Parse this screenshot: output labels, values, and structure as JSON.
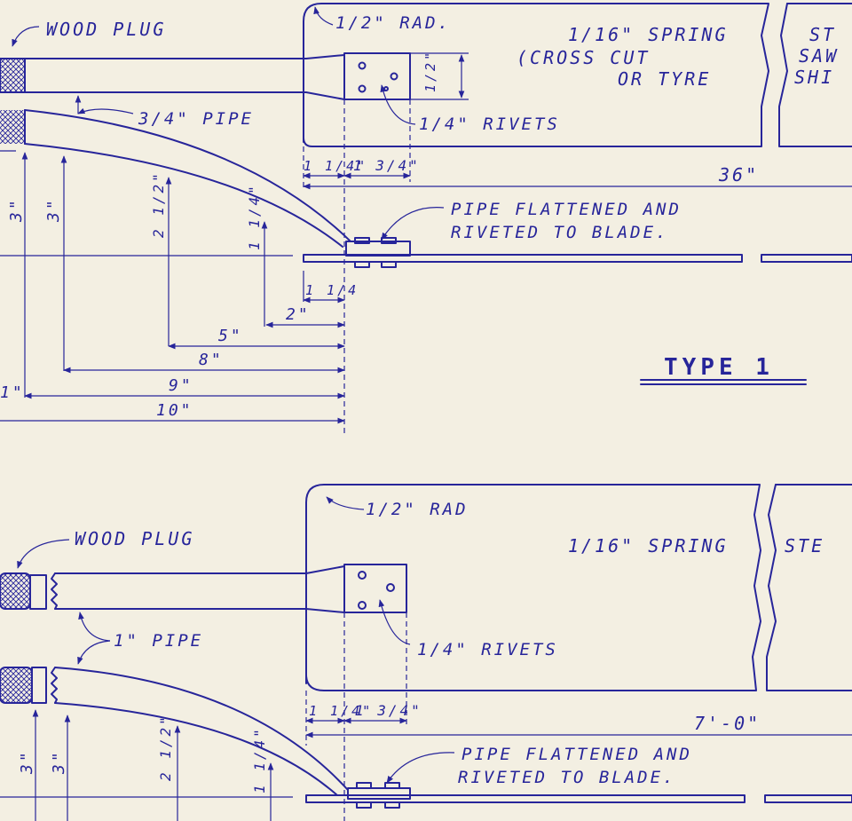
{
  "type1": {
    "title": "TYPE 1",
    "wood_plug": "WOOD PLUG",
    "pipe": "3/4\" PIPE",
    "radius": "1/2\" RAD.",
    "spring_line1": "1/16\" SPRING",
    "spring_line2": "(CROSS CUT",
    "spring_line3": "OR TYRE",
    "steel_line1": "ST",
    "steel_line2": "SAW",
    "steel_line3": "SHI",
    "rivets": "1/4\" RIVETS",
    "rivet_spacing": "1/2\"",
    "dim_1_1_4": "1 1/4\"",
    "dim_1_3_4": "1 3/4\"",
    "length": "36\"",
    "flatten_line1": "PIPE FLATTENED AND",
    "flatten_line2": "RIVETED TO BLADE.",
    "h_3a": "3\"",
    "h_3b": "3\"",
    "h_2_1_2": "2 1/2\"",
    "h_1_1_4": "1 1/4\"",
    "dim_bottom_1_1_4": "1 1/4",
    "d_2": "2\"",
    "d_5": "5\"",
    "d_8": "8\"",
    "d_9": "9\"",
    "d_10": "10\"",
    "d_1": "1\""
  },
  "type2": {
    "wood_plug": "WOOD PLUG",
    "pipe": "1\" PIPE",
    "radius": "1/2\" RAD",
    "spring_line1": "1/16\" SPRING",
    "steel_line1": "STE",
    "rivets": "1/4\" RIVETS",
    "dim_1_1_4": "1 1/4\"",
    "dim_1_3_4": "1 3/4\"",
    "length": "7'-0\"",
    "flatten_line1": "PIPE FLATTENED AND",
    "flatten_line2": "RIVETED TO BLADE.",
    "h_3a": "3\"",
    "h_3b": "3\"",
    "h_2_1_2": "2 1/2\"",
    "h_1_1_4": "1 1/4\""
  },
  "colors": {
    "ink": "#27259a",
    "paper": "#f3efe2"
  }
}
